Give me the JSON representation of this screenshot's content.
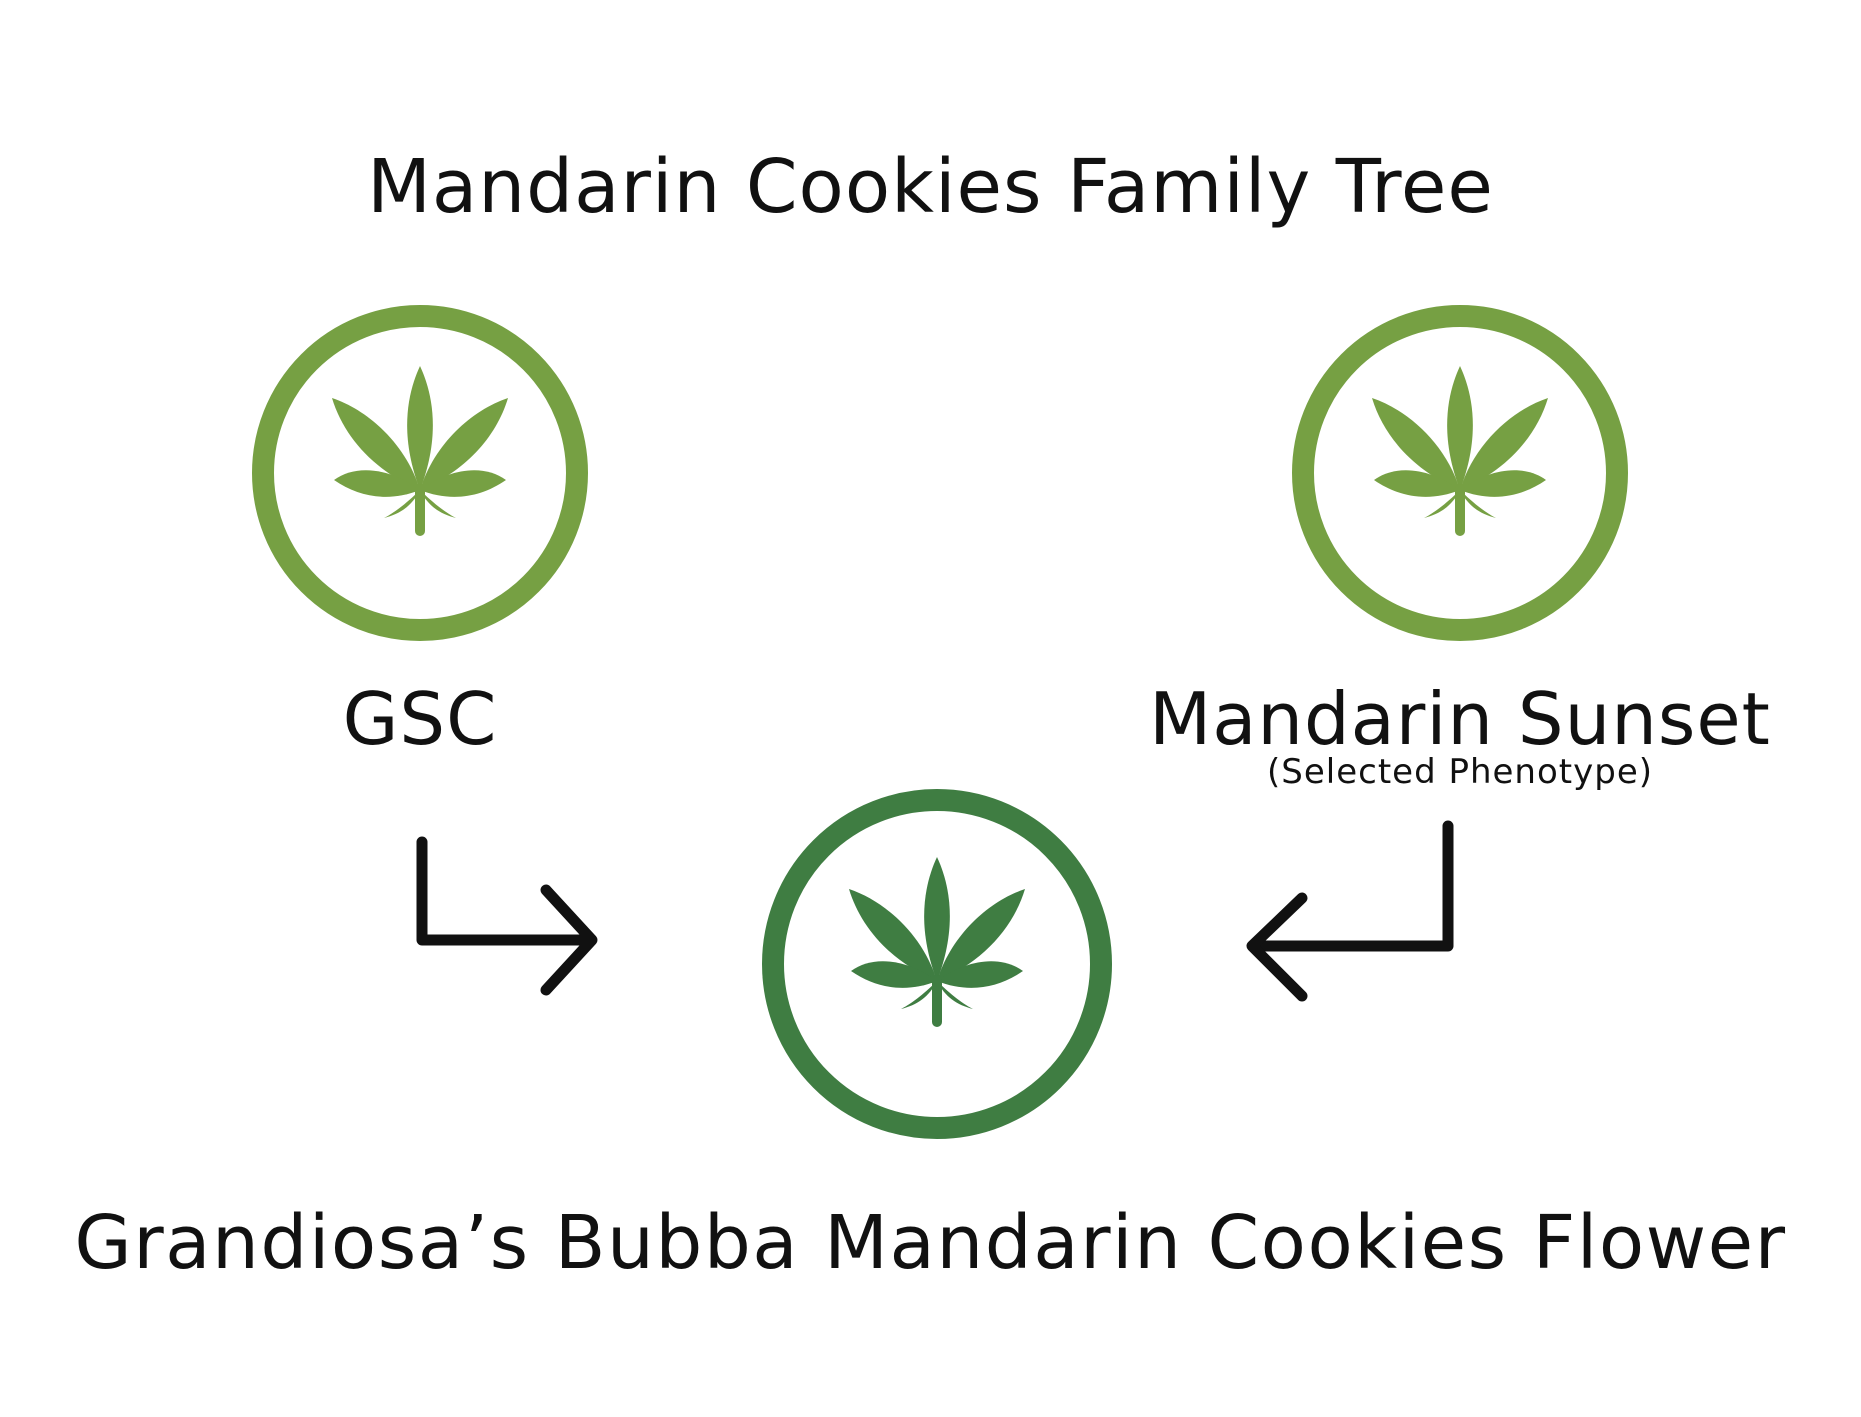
{
  "title": "Mandarin Cookies Family Tree",
  "parents": [
    {
      "name": "GSC",
      "note": "",
      "icon": "cannabis-leaf-icon",
      "color": "#76A043"
    },
    {
      "name": "Mandarin Sunset",
      "note": "(Selected Phenotype)",
      "icon": "cannabis-leaf-icon",
      "color": "#76A043"
    }
  ],
  "offspring": {
    "name": "Grandiosa’s Bubba Mandarin Cookies Flower",
    "icon": "cannabis-leaf-icon",
    "color": "#3F7D42"
  },
  "arrow_color": "#111111"
}
